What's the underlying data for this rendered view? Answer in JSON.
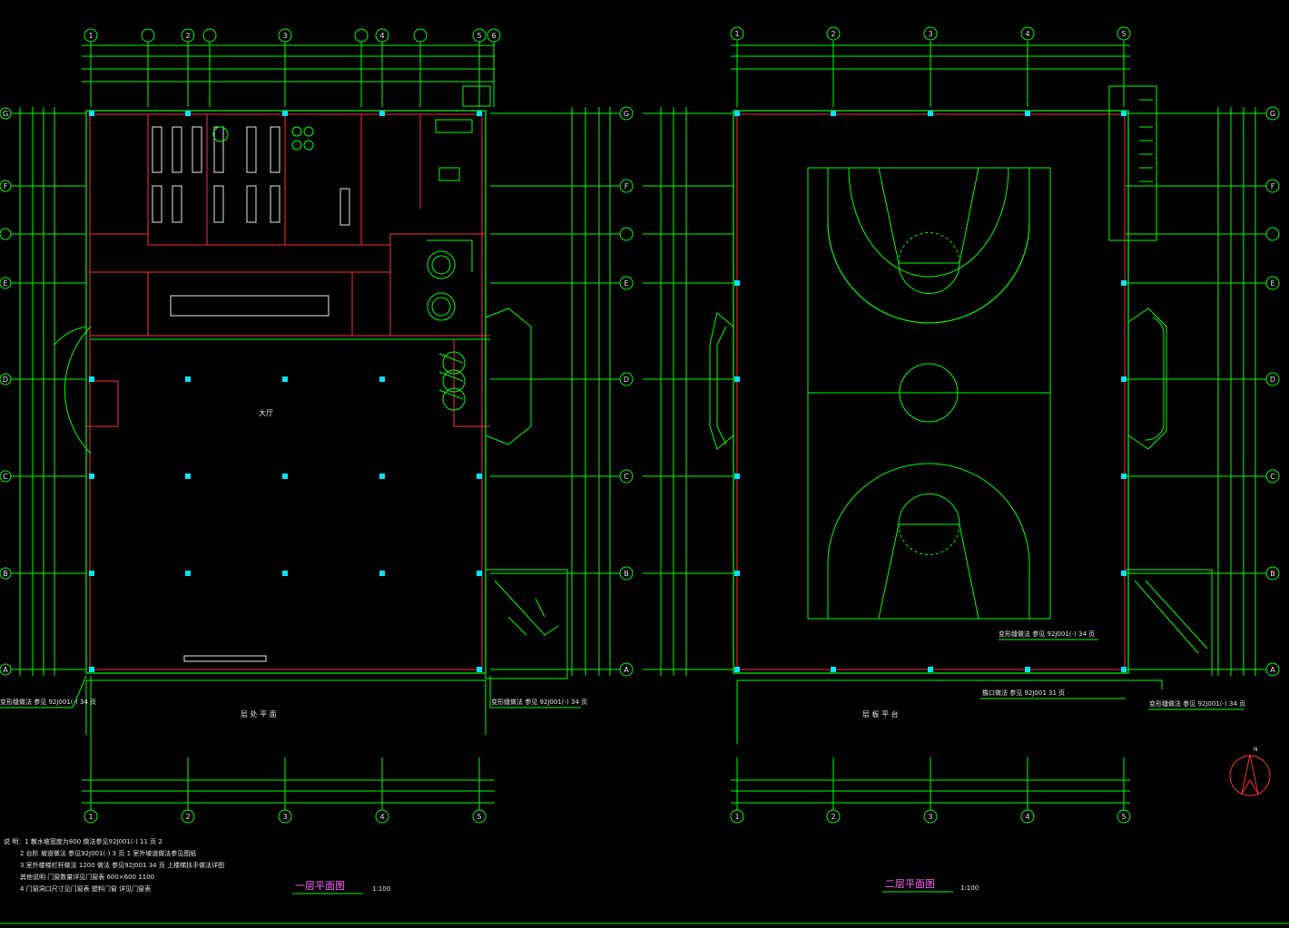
{
  "plan1": {
    "title": "一层平面图",
    "scale": "1:100",
    "axes_top": [
      "1",
      "2",
      "3",
      "4",
      "5",
      "6"
    ],
    "axes_side": [
      "G",
      "F",
      "E",
      "D",
      "C",
      "B",
      "A"
    ],
    "rooms": {
      "hall": "大厅",
      "bottom_band": "层 处 平 面",
      "bottom_label": "层 板 平 台"
    },
    "notes": [
      "说 明：1 散水坡宽度为800  做法参见92J001(-)  11 页 2",
      "2 台阶  坡道做法 参见92J001(-)  3 页  1  室外坡道做法参见图纸",
      "3 室外楼梯栏杆做法  1200  做法 参见92J001  34 页  上楼梯扶手做法详图",
      "  其他说明  门窗数量详见门窗表  600×600  1100",
      "4 门窗洞口尺寸见门窗表  塑料门窗 详见门窗表"
    ],
    "callouts": [
      "变形缝做法 参见 92J001(-)  34 页",
      "变形缝做法 参见 92J001(-)  34 页"
    ]
  },
  "plan2": {
    "title": "二层平面图",
    "scale": "1:100",
    "axes_top": [
      "1",
      "2",
      "3",
      "4",
      "5"
    ],
    "axes_side": [
      "G",
      "F",
      "E",
      "D",
      "C",
      "B",
      "A"
    ],
    "callouts": [
      "变形缝做法 参见 92J001(-)  34 页",
      "檐口做法 参见 92J001  31 页",
      "变形缝做法 参见 92J001(-)  34 页"
    ],
    "north": "N"
  },
  "colors": {
    "line": "#00ff00",
    "wall": "#ff3030",
    "column": "#00e5ff",
    "text": "#e6e6e6",
    "dim": "#00ff00",
    "bg": "#000000"
  }
}
